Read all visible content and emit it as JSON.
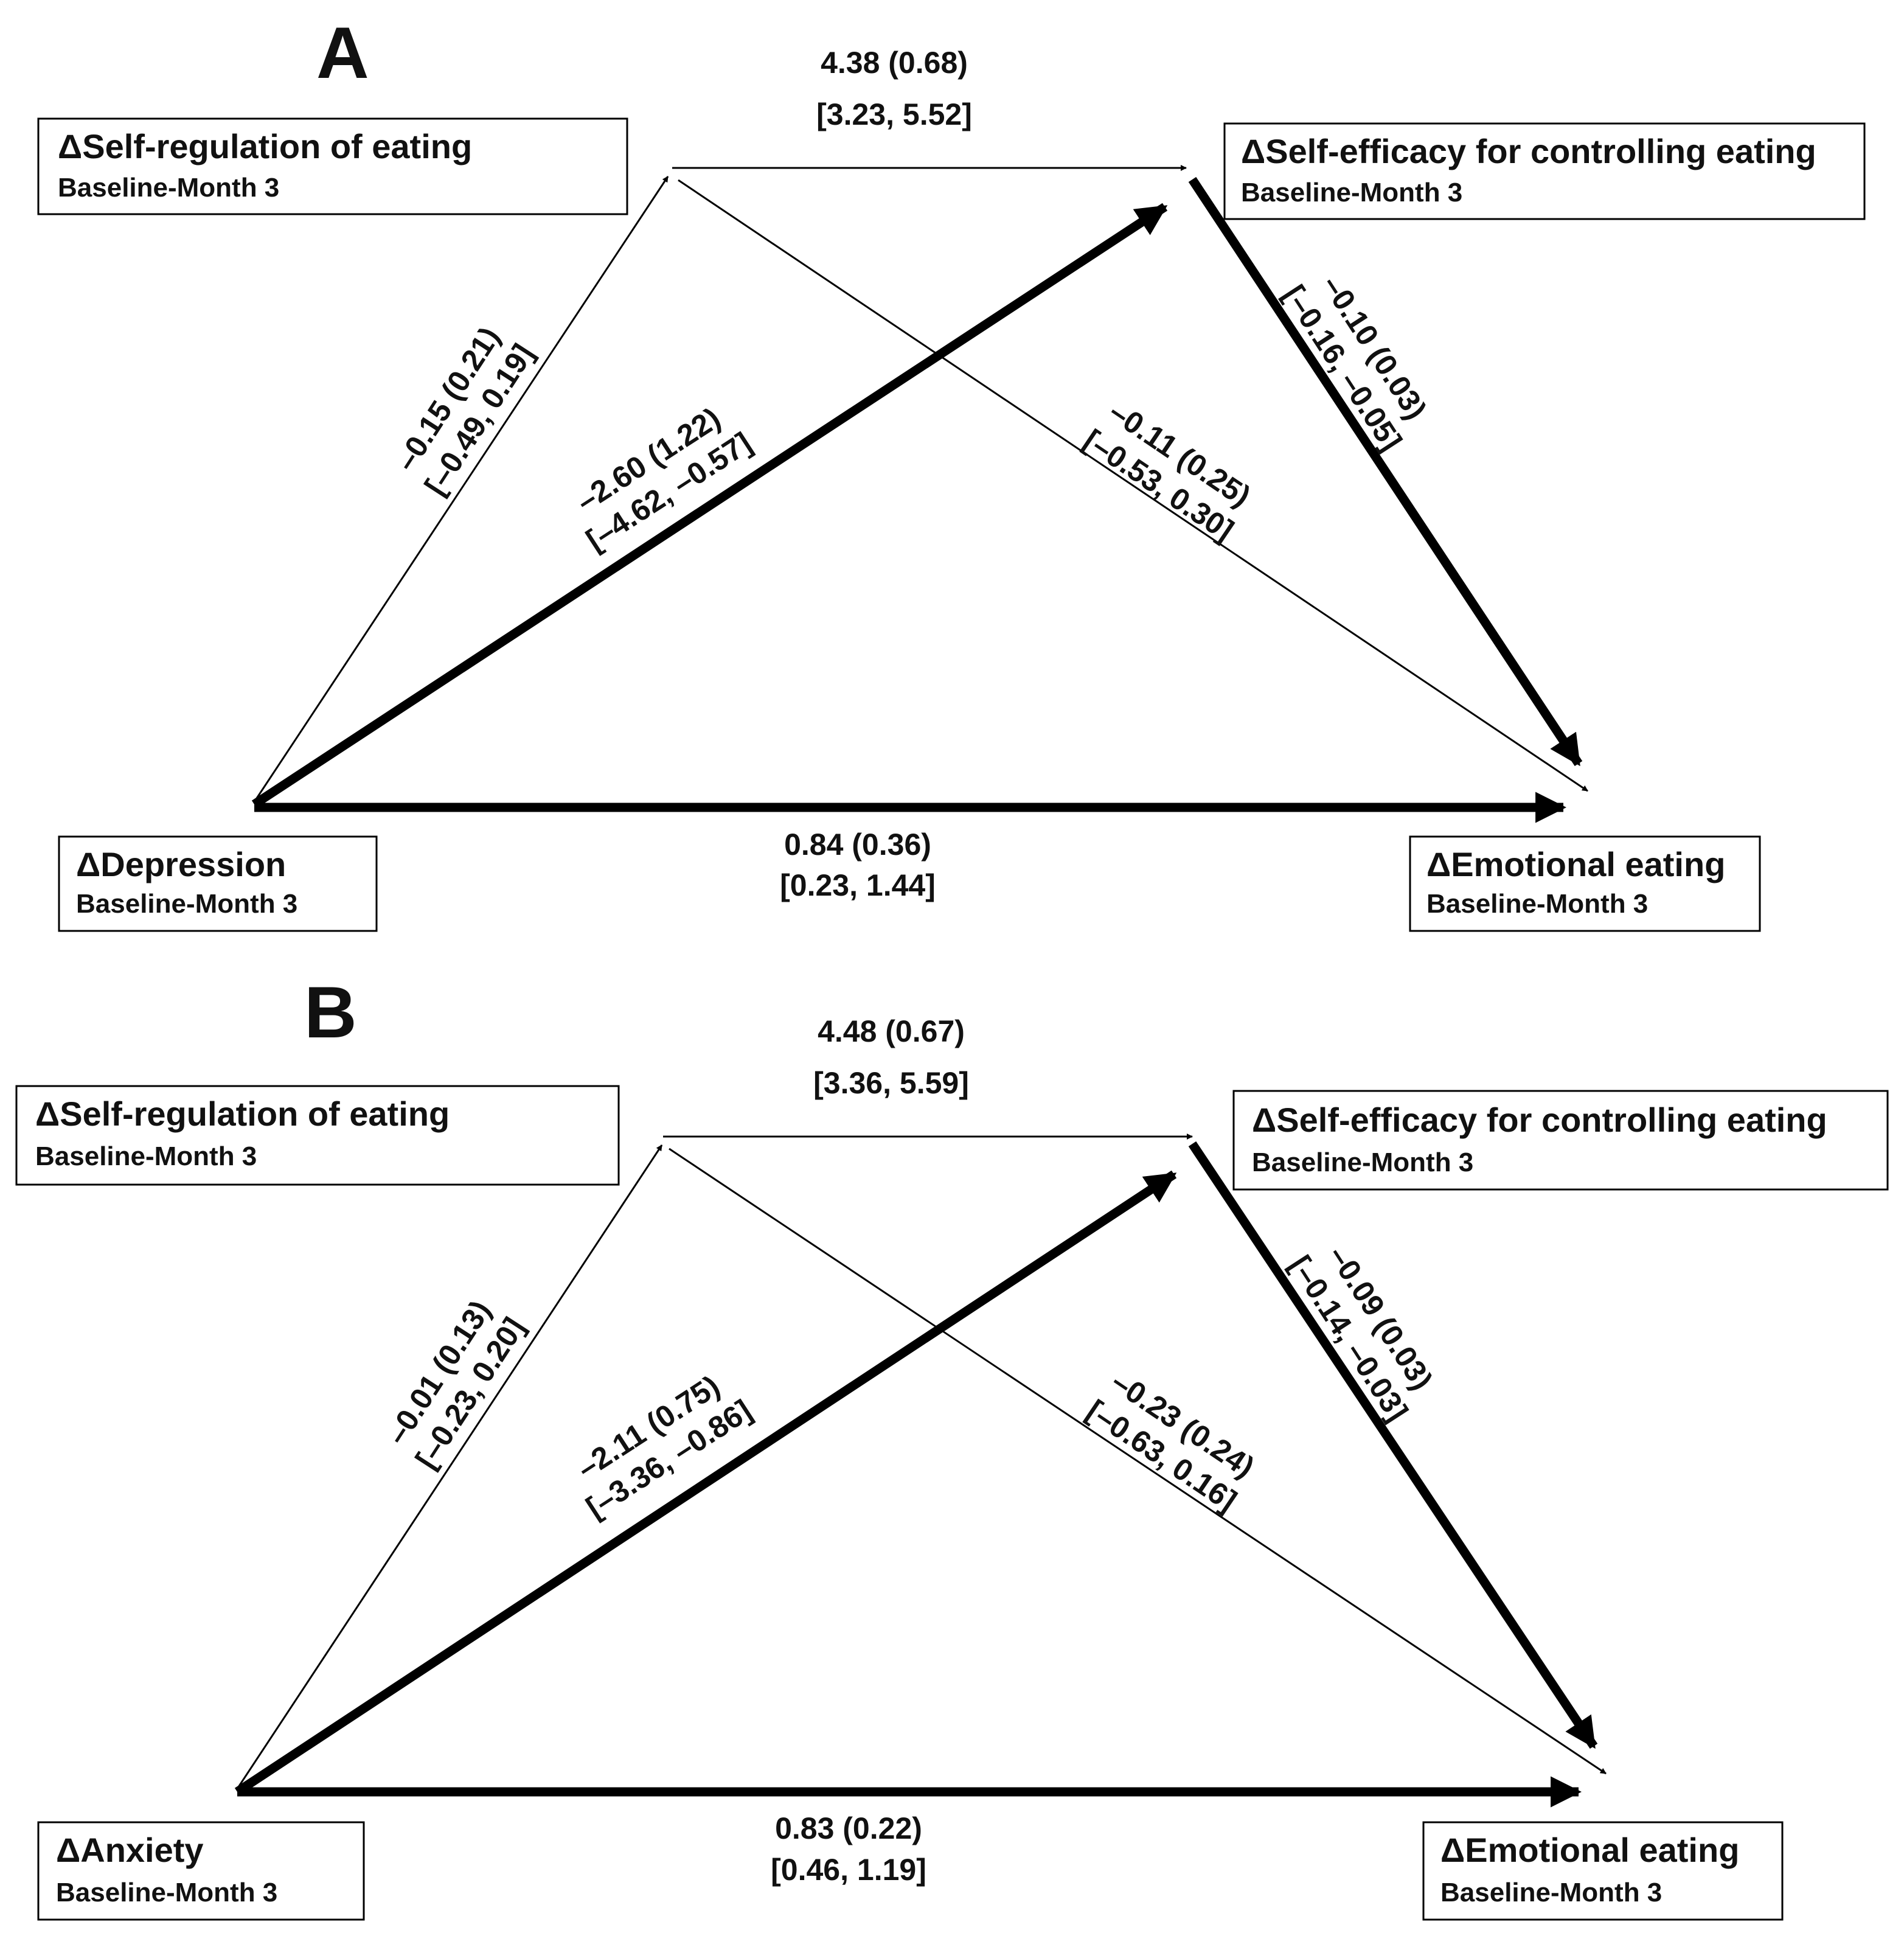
{
  "panels": [
    {
      "label": "A",
      "nodes": {
        "self_regulation": {
          "title": "ΔSelf-regulation of eating",
          "subtitle": "Baseline-Month 3"
        },
        "self_efficacy": {
          "title": "ΔSelf-efficacy for controlling eating",
          "subtitle": "Baseline-Month 3"
        },
        "predictor": {
          "title": "ΔDepression",
          "subtitle": "Baseline-Month 3"
        },
        "outcome": {
          "title": "ΔEmotional eating",
          "subtitle": "Baseline-Month 3"
        }
      },
      "paths": {
        "selfreg_to_selfeff": {
          "estimate": "4.38 (0.68)",
          "ci": "[3.23, 5.52]",
          "significant": true
        },
        "predictor_to_selfreg": {
          "estimate": "–0.15 (0.21)",
          "ci": "[–0.49, 0.19]",
          "significant": false
        },
        "predictor_to_selfeff": {
          "estimate": "–2.60 (1.22)",
          "ci": "[–4.62, –0.57]",
          "significant": true
        },
        "selfreg_to_outcome": {
          "estimate": "–0.11 (0.25)",
          "ci": "[–0.53, 0.30]",
          "significant": false
        },
        "selfeff_to_outcome": {
          "estimate": "–0.10 (0.03)",
          "ci": "[–0.16, –0.05]",
          "significant": true
        },
        "predictor_to_outcome": {
          "estimate": "0.84 (0.36)",
          "ci": "[0.23, 1.44]",
          "significant": true
        }
      }
    },
    {
      "label": "B",
      "nodes": {
        "self_regulation": {
          "title": "ΔSelf-regulation of eating",
          "subtitle": "Baseline-Month 3"
        },
        "self_efficacy": {
          "title": "ΔSelf-efficacy for controlling eating",
          "subtitle": "Baseline-Month 3"
        },
        "predictor": {
          "title": "ΔAnxiety",
          "subtitle": "Baseline-Month 3"
        },
        "outcome": {
          "title": "ΔEmotional eating",
          "subtitle": "Baseline-Month 3"
        }
      },
      "paths": {
        "selfreg_to_selfeff": {
          "estimate": "4.48 (0.67)",
          "ci": "[3.36, 5.59]",
          "significant": true
        },
        "predictor_to_selfreg": {
          "estimate": "–0.01 (0.13)",
          "ci": "[–0.23, 0.20]",
          "significant": false
        },
        "predictor_to_selfeff": {
          "estimate": "–2.11 (0.75)",
          "ci": "[–3.36, –0.86]",
          "significant": true
        },
        "selfreg_to_outcome": {
          "estimate": "–0.23 (0.24)",
          "ci": "[–0.63, 0.16]",
          "significant": false
        },
        "selfeff_to_outcome": {
          "estimate": "–0.09 (0.03)",
          "ci": "[–0.14, –0.03]",
          "significant": true
        },
        "predictor_to_outcome": {
          "estimate": "0.83 (0.22)",
          "ci": "[0.46, 1.19]",
          "significant": true
        }
      }
    }
  ]
}
